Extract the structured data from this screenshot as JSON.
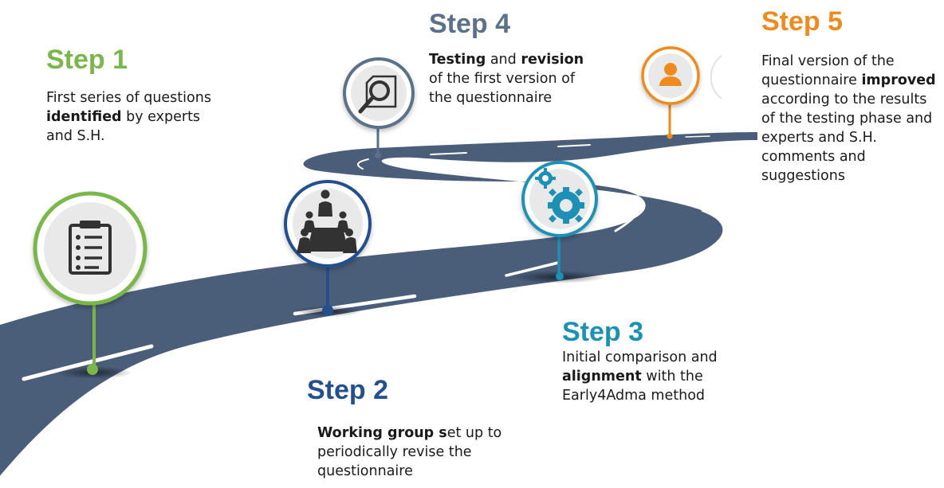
{
  "colors": {
    "road": "#4a5e7a",
    "road_edge": "#ffffff",
    "step1": "#79b74a",
    "step2": "#24508f",
    "step3": "#1b91b5",
    "step4": "#5a7189",
    "step5": "#ef8a1c"
  },
  "steps": [
    {
      "title": "Step 1",
      "icon": "clipboard-icon",
      "desc": [
        {
          "text": "First series of questions "
        },
        {
          "text": "identified",
          "bold": true
        },
        {
          "text": " by experts and S.H."
        }
      ]
    },
    {
      "title": "Step 2",
      "icon": "meeting-icon",
      "desc": [
        {
          "text": "Working group s",
          "bold": true
        },
        {
          "text": "et up to periodically revise the questionnaire"
        }
      ]
    },
    {
      "title": "Step 3",
      "icon": "gears-icon",
      "desc": [
        {
          "text": "Initial comparison and "
        },
        {
          "text": "alignment",
          "bold": true
        },
        {
          "text": " with the Early4Adma method"
        }
      ]
    },
    {
      "title": "Step 4",
      "icon": "magnifier-icon",
      "desc": [
        {
          "text": "Testing",
          "bold": true
        },
        {
          "text": " and "
        },
        {
          "text": "revision",
          "bold": true
        },
        {
          "text": " of the first version of the questionnaire"
        }
      ]
    },
    {
      "title": "Step 5",
      "icon": "user-icon",
      "desc": [
        {
          "text": "Final version of the questionnaire "
        },
        {
          "text": "improved",
          "bold": true
        },
        {
          "text": " according to the results of the testing phase and experts and S.H. comments and suggestions"
        }
      ]
    }
  ]
}
